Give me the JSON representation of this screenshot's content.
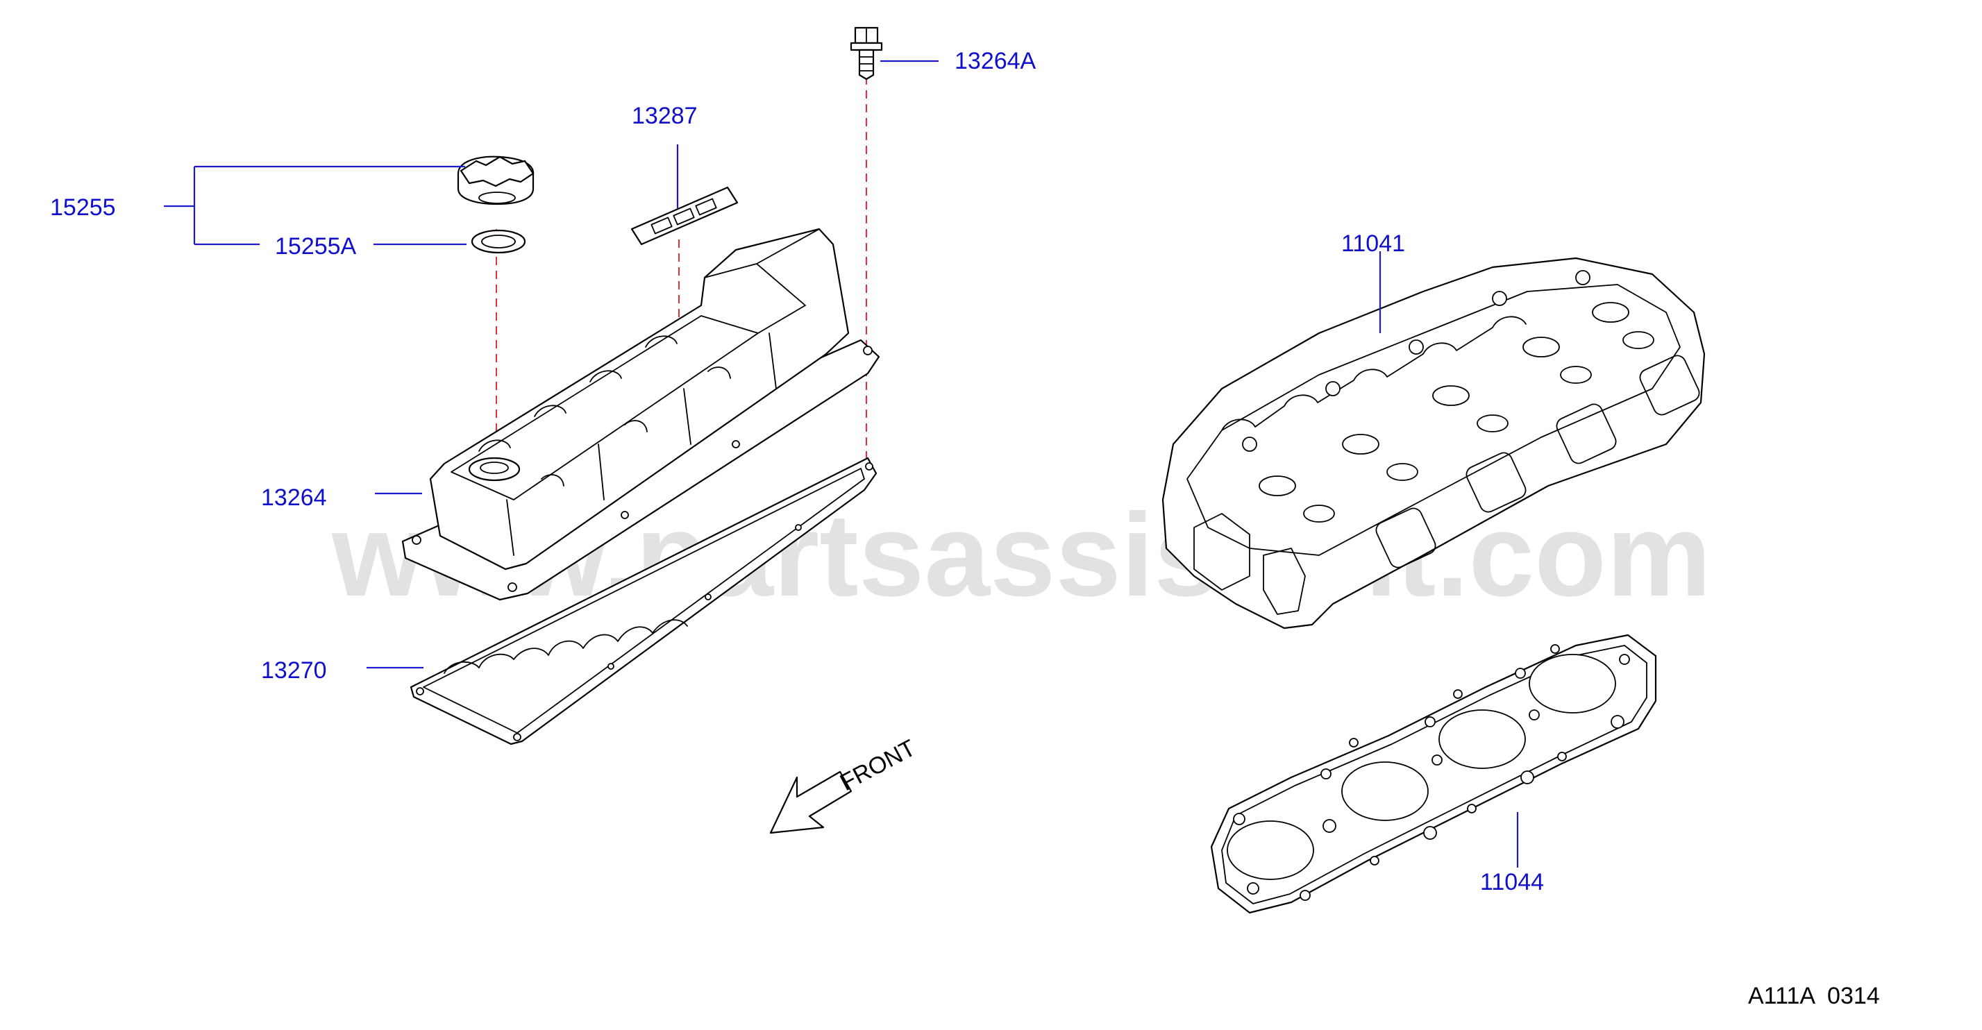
{
  "watermark": "www.partsassistant.com",
  "drawing_ref": "A111A  0314",
  "front_label": "FRONT",
  "labels": {
    "p15255": "15255",
    "p15255a": "15255A",
    "p13287": "13287",
    "p13264a": "13264A",
    "p13264": "13264",
    "p13270": "13270",
    "p11041": "11041",
    "p11044": "11044"
  },
  "colors": {
    "label_text": "#1010cc",
    "leader_line": "#1a1ad0",
    "dashed_guide": "#e0313a",
    "line_art": "#000000",
    "watermark": "#d9d9d9"
  }
}
